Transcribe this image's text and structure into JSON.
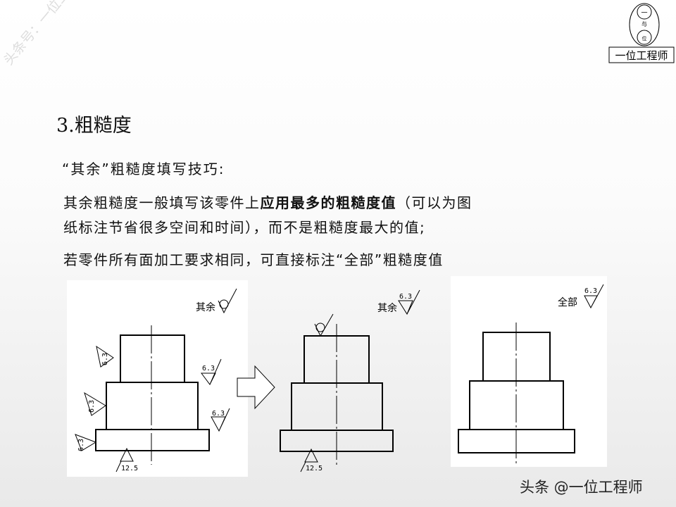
{
  "watermark": "头条号：一位工程师",
  "logo": {
    "circle_top": "一",
    "circle_mid": "与",
    "circle_bottom": "位",
    "label": "一位工程师"
  },
  "slide": {
    "title": "3.粗糙度",
    "subtitle": "“其余”粗糙度填写技巧:",
    "para1_a": "其余粗糙度一般填写该零件上",
    "para1_bold": "应用最多的粗糙度值",
    "para1_b": "（可以为图",
    "para2": "纸标注节省很多空间和时间），而不是粗糙度最大的值;",
    "para3": "若零件所有面加工要求相同，可直接标注“全部”粗糙度值"
  },
  "diagrams": {
    "left": {
      "note": "其余",
      "values": [
        "6.3",
        "6.3",
        "6.3",
        "6.3",
        "6.3",
        "12.5"
      ]
    },
    "middle": {
      "note": "其余",
      "note_value": "6.3",
      "bottom_value": "12.5"
    },
    "right": {
      "note": "全部",
      "note_value": "6.3"
    }
  },
  "footer": "头条 @一位工程师"
}
